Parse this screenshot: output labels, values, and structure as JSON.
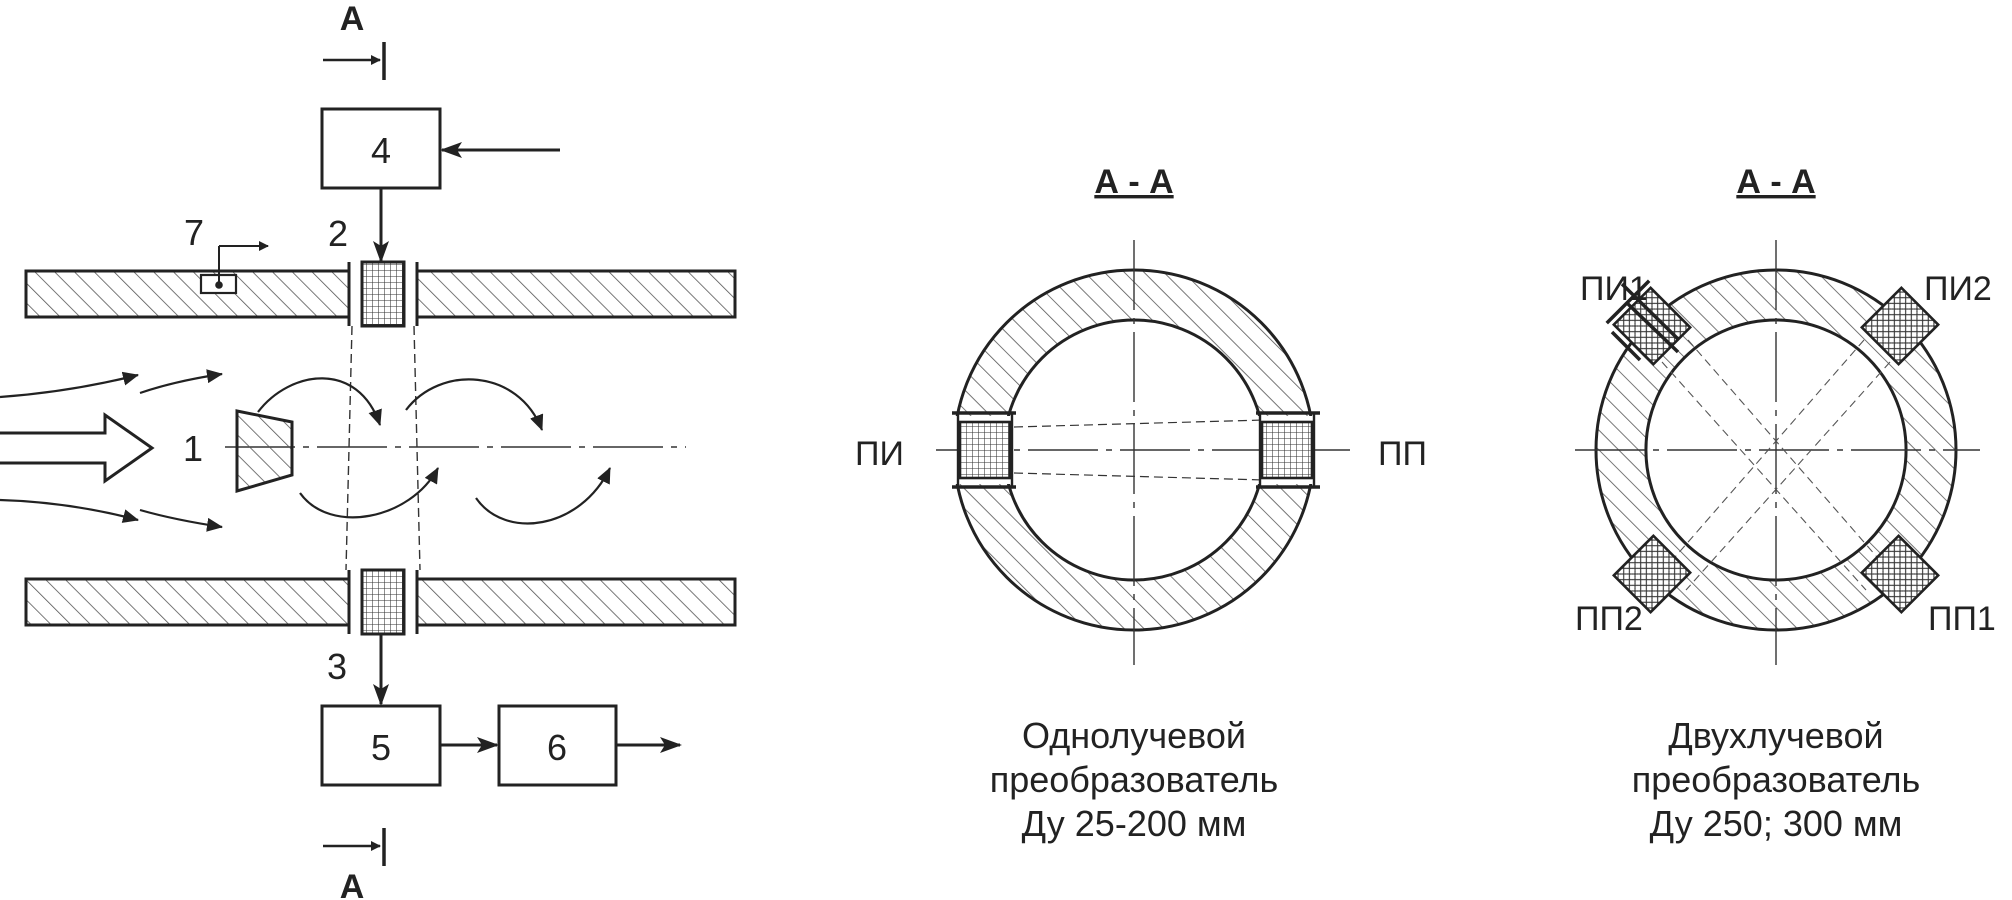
{
  "section_mark": "A",
  "main_view": {
    "labels": {
      "vortex_body": "1",
      "emitter": "2",
      "receiver": "3",
      "generator": "4",
      "amplifier": "5",
      "processor": "6",
      "sensor": "7"
    }
  },
  "single_beam": {
    "title": "А - А",
    "emitter_label": "ПИ",
    "receiver_label": "ПП",
    "caption_line1": "Однолучевой",
    "caption_line2": "преобразователь",
    "caption_line3": "Ду 25-200 мм"
  },
  "double_beam": {
    "title": "А - А",
    "emitter1_label": "ПИ1",
    "emitter2_label": "ПИ2",
    "receiver2_label": "ПП2",
    "receiver1_label": "ПП1",
    "caption_line1": "Двухлучевой",
    "caption_line2": "преобразователь",
    "caption_line3": "Ду 250; 300 мм"
  },
  "colors": {
    "stroke": "#222222",
    "hatch": "#555555",
    "background": "#ffffff"
  }
}
